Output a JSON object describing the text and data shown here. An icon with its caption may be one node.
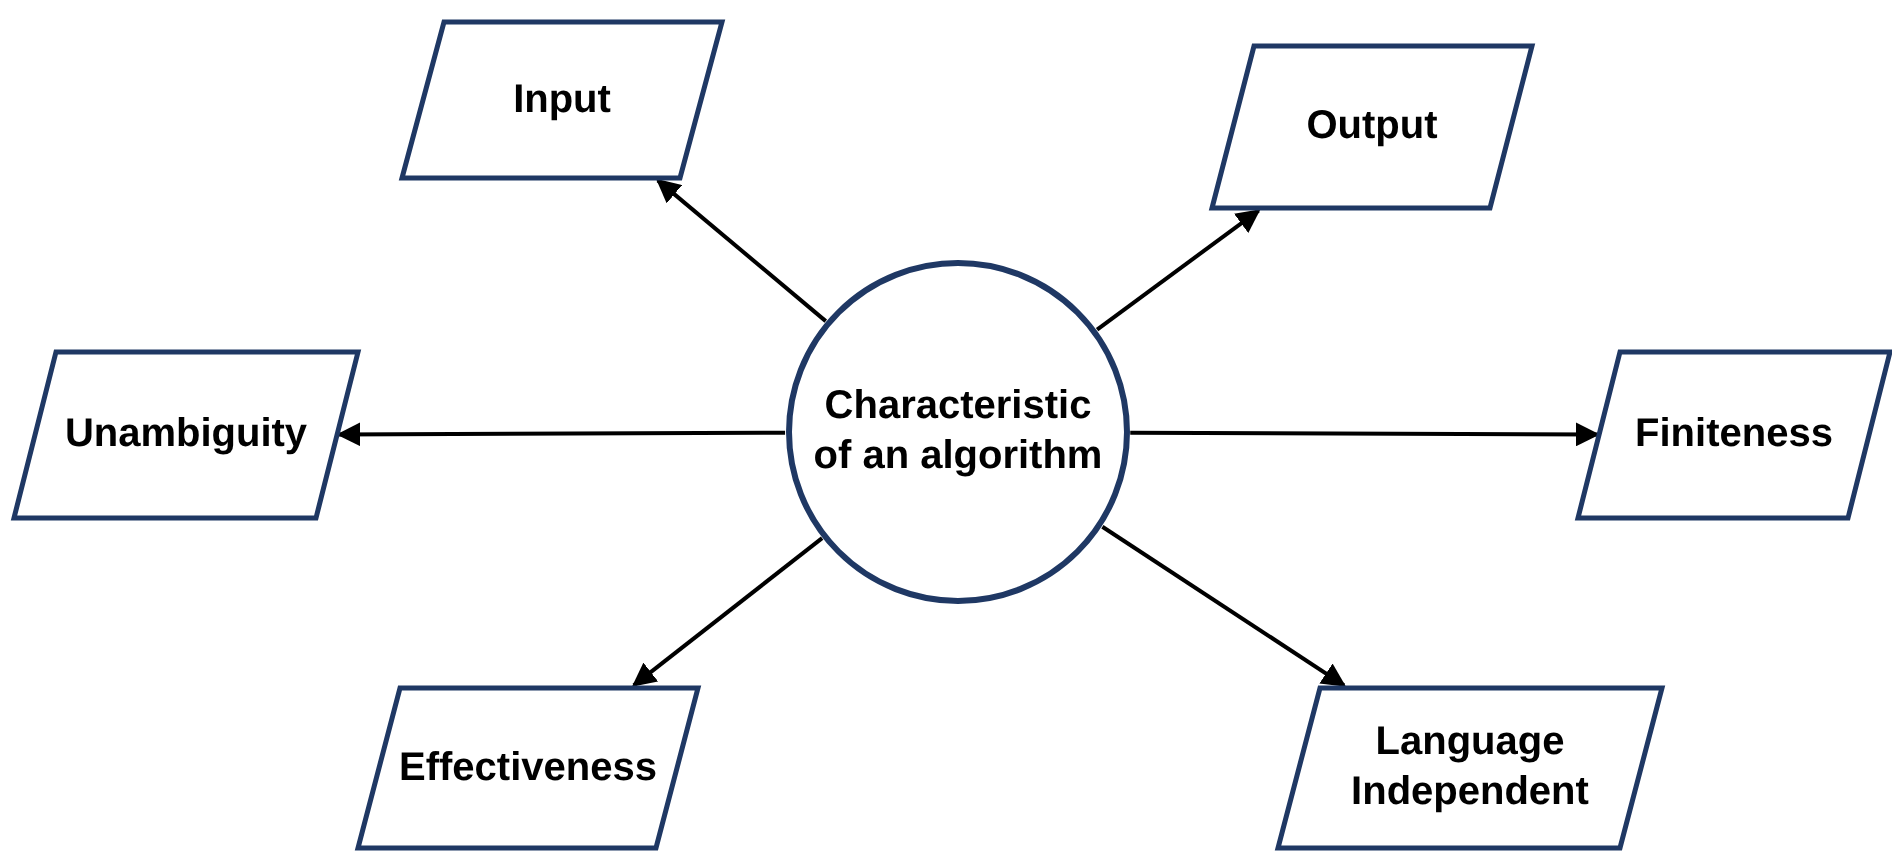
{
  "diagram": {
    "nodes": [
      {
        "text": [
          "Input"
        ]
      },
      {
        "text": [
          "Output"
        ]
      },
      {
        "text": [
          "Characteristic of an algorithm"
        ]
      },
      {
        "text": [
          "Unambiguity"
        ]
      },
      {
        "text": [
          "Finiteness"
        ]
      },
      {
        "text": [
          "Effectiveness"
        ]
      },
      {
        "text": [
          "Language Independent"
        ]
      }
    ],
    "edges": [
      {
        "from": 2,
        "to": 0,
        "arrow": "to"
      },
      {
        "from": 2,
        "to": 1,
        "arrow": "to"
      },
      {
        "from": 2,
        "to": 3,
        "arrow": "to"
      },
      {
        "from": 2,
        "to": 4,
        "arrow": "to"
      },
      {
        "from": 2,
        "to": 5,
        "arrow": "to"
      },
      {
        "from": 2,
        "to": 6,
        "arrow": "to"
      }
    ]
  }
}
